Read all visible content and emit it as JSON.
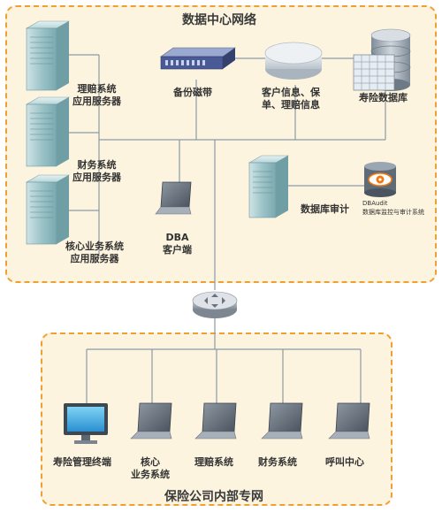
{
  "zones": {
    "datacenter_title": "数据中心网络",
    "internal_title": "保险公司内部专网"
  },
  "nodes": {
    "claims_server": [
      "理赔系统",
      "应用服务器"
    ],
    "finance_server": [
      "财务系统",
      "应用服务器"
    ],
    "core_server": [
      "核心业务系统",
      "应用服务器"
    ],
    "backup_tape": "备份磁带",
    "customer_info": [
      "客户信息、保",
      "单、理赔信息"
    ],
    "life_db": "寿险数据库",
    "dba_client": [
      "DBA",
      "客户端"
    ],
    "db_audit": "数据库审计",
    "dbaudit_brand": "DBAudit",
    "dbaudit_desc": "数据库监控与审计系统"
  },
  "clients": [
    [
      "寿险管理终端"
    ],
    [
      "核心",
      "业务系统"
    ],
    [
      "理赔系统"
    ],
    [
      "财务系统"
    ],
    [
      "呼叫中心"
    ]
  ],
  "colors": {
    "zone_fill": "#fdf4e0",
    "zone_border": "#f0a030",
    "line": "#8a9aa8",
    "server": "#9cc4c8",
    "laptop": "#6a7480",
    "audit_eye": "#f07a10"
  },
  "icons": [
    "server-icon",
    "tape-library-icon",
    "storage-disk-icon",
    "database-icon",
    "laptop-icon",
    "router-icon",
    "monitor-icon",
    "eye-icon"
  ]
}
